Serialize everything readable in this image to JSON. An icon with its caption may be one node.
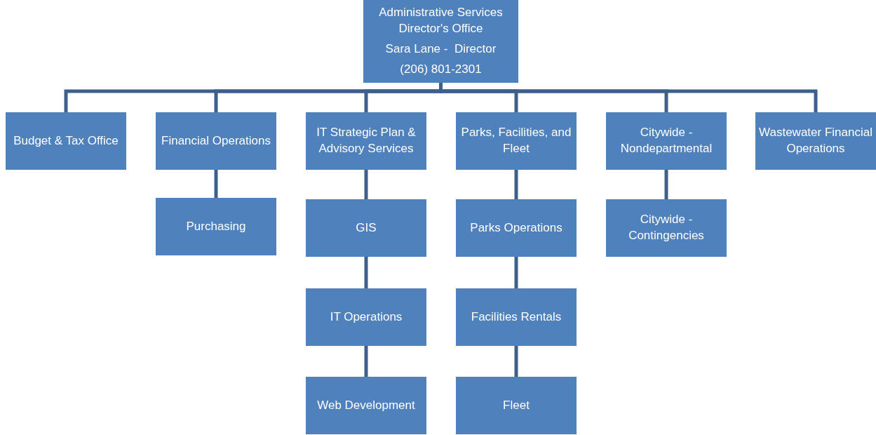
{
  "diagram": {
    "nodes": [
      {
        "text": [
          "Administrative Services Director's Office",
          "Sara Lane -  Director",
          "(206) 801-2301"
        ]
      },
      {
        "text": [
          "Budget & Tax Office"
        ]
      },
      {
        "text": [
          "Financial Operations"
        ]
      },
      {
        "text": [
          "Purchasing"
        ]
      },
      {
        "text": [
          "IT Strategic Plan & Advisory Services"
        ]
      },
      {
        "text": [
          "GIS"
        ]
      },
      {
        "text": [
          "IT Operations"
        ]
      },
      {
        "text": [
          "Web Development"
        ]
      },
      {
        "text": [
          "Parks, Facilities, and Fleet"
        ]
      },
      {
        "text": [
          "Parks Operations"
        ]
      },
      {
        "text": [
          "Facilities Rentals"
        ]
      },
      {
        "text": [
          "Fleet"
        ]
      },
      {
        "text": [
          "Citywide - Nondepartmental"
        ]
      },
      {
        "text": [
          "Citywide - Contingencies"
        ]
      },
      {
        "text": [
          "Wastewater Financial Operations"
        ]
      }
    ],
    "edges": [
      {
        "from": 0,
        "to": 1,
        "arrow": "none"
      },
      {
        "from": 0,
        "to": 2,
        "arrow": "none"
      },
      {
        "from": 0,
        "to": 4,
        "arrow": "none"
      },
      {
        "from": 0,
        "to": 8,
        "arrow": "none"
      },
      {
        "from": 0,
        "to": 12,
        "arrow": "none"
      },
      {
        "from": 0,
        "to": 14,
        "arrow": "none"
      },
      {
        "from": 2,
        "to": 3,
        "arrow": "none"
      },
      {
        "from": 4,
        "to": 5,
        "arrow": "none"
      },
      {
        "from": 5,
        "to": 6,
        "arrow": "none"
      },
      {
        "from": 6,
        "to": 7,
        "arrow": "none"
      },
      {
        "from": 8,
        "to": 9,
        "arrow": "none"
      },
      {
        "from": 9,
        "to": 10,
        "arrow": "none"
      },
      {
        "from": 10,
        "to": 11,
        "arrow": "none"
      },
      {
        "from": 12,
        "to": 13,
        "arrow": "none"
      }
    ]
  }
}
